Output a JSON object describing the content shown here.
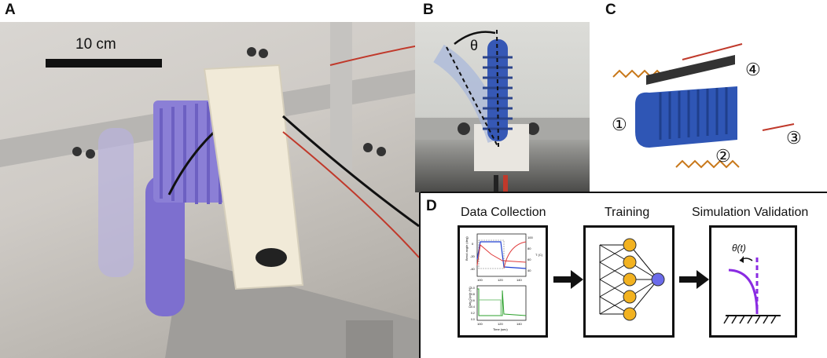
{
  "panels": {
    "a": {
      "letter": "A",
      "scale_bar": "10 cm"
    },
    "b": {
      "letter": "B",
      "angle_symbol": "θ"
    },
    "c": {
      "letter": "C",
      "callouts": [
        "①",
        "②",
        "③",
        "④"
      ]
    },
    "d": {
      "letter": "D",
      "stages": [
        "Data Collection",
        "Training",
        "Simulation Validation"
      ],
      "sim_label": "θ(t)",
      "plot_top": {
        "ylabel": "Bend angle (deg)",
        "ylabel_right": "T (C)",
        "ticks_left": [
          "0",
          "-20",
          "-40"
        ],
        "ticks_right": [
          "100",
          "80",
          "60",
          "40"
        ]
      },
      "plot_bottom": {
        "ylabel": "Duty Cycle (%)",
        "ticks_left": [
          "1.0",
          "0.8",
          "0.6",
          "0.4",
          "0.2",
          "0.0"
        ]
      },
      "x_ticks": [
        "100",
        "120",
        "140"
      ],
      "xlabel": "Time (sec)"
    }
  },
  "colors": {
    "purple": "#8b7fd6",
    "blue": "#2c4fa8",
    "orange": "#f2b220",
    "node_blue": "#6b6bea",
    "accent_purple": "#8a2be2"
  }
}
